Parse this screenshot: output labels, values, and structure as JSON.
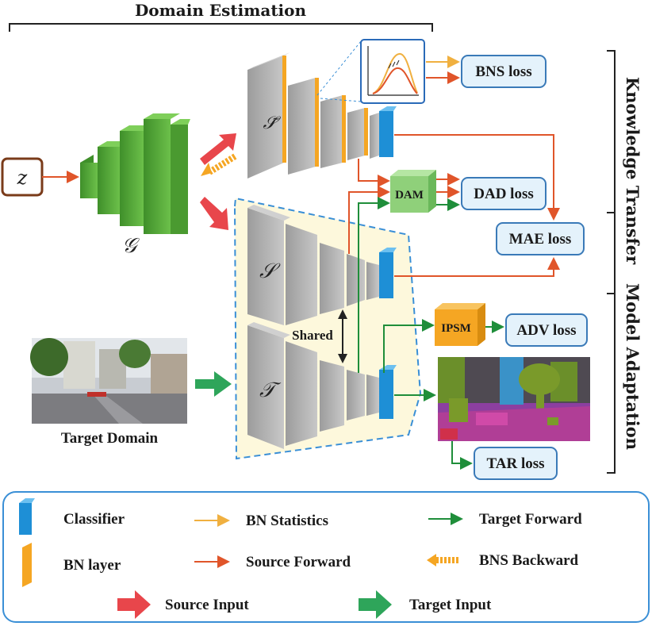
{
  "title": "Domain Estimation",
  "side_labels": {
    "knowledge_transfer": "Knowledge Transfer",
    "model_adaptation": "Model Adaptation"
  },
  "models": {
    "noise": "z",
    "generator": "𝒢",
    "source_surrogate": "𝒮̃",
    "source": "𝒮",
    "target": "𝒯"
  },
  "modules": {
    "dam": "DAM",
    "ipsm": "IPSM"
  },
  "losses": {
    "bns": "BNS loss",
    "dad": "DAD loss",
    "mae": "MAE loss",
    "adv": "ADV loss",
    "tar": "TAR loss"
  },
  "shared_label": "Shared",
  "target_domain_label": "Target Domain",
  "legend": {
    "classifier": "Classifier",
    "bn_layer": "BN layer",
    "bn_statistics": "BN Statistics",
    "source_forward": "Source Forward",
    "target_forward": "Target Forward",
    "bns_backward": "BNS Backward",
    "source_input": "Source Input",
    "target_input": "Target Input"
  },
  "colors": {
    "green_generator": "#57a83a",
    "gray_layer": "#b4b4b4",
    "bn_orange": "#f5a623",
    "classifier_blue": "#1e8fd6",
    "source_forward": "#e0552a",
    "target_forward": "#1f8e3a",
    "bn_statistics": "#f0b040",
    "source_input": "#e8464b",
    "target_input": "#2ea55a",
    "loss_fill": "#e4f2fb",
    "loss_stroke": "#3a7ab8",
    "dam_fill": "#8fd07a",
    "ipsm_fill": "#f5a623",
    "shared_panel": "#fdf8dc",
    "legend_stroke": "#3a8fd6"
  }
}
